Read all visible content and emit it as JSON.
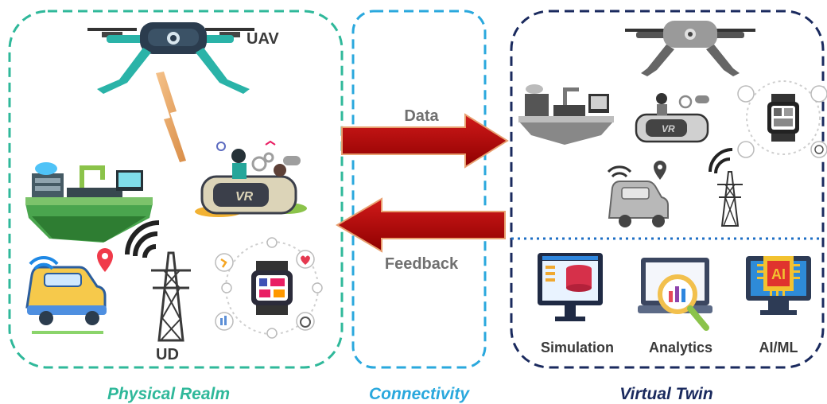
{
  "panels": {
    "physical": {
      "title": "Physical Realm",
      "color": "#2fb89a"
    },
    "connectivity": {
      "title": "Connectivity",
      "color": "#2aa8dd"
    },
    "virtual": {
      "title": "Virtual Twin",
      "color": "#1a2a5e"
    }
  },
  "physical_labels": {
    "uav": "UAV",
    "ud": "UD"
  },
  "arrows": {
    "data": "Data",
    "feedback": "Feedback",
    "color": "#b30000"
  },
  "tools": [
    {
      "label": "Simulation"
    },
    {
      "label": "Analytics"
    },
    {
      "label": "AI/ML",
      "chip_text": "AI"
    }
  ]
}
